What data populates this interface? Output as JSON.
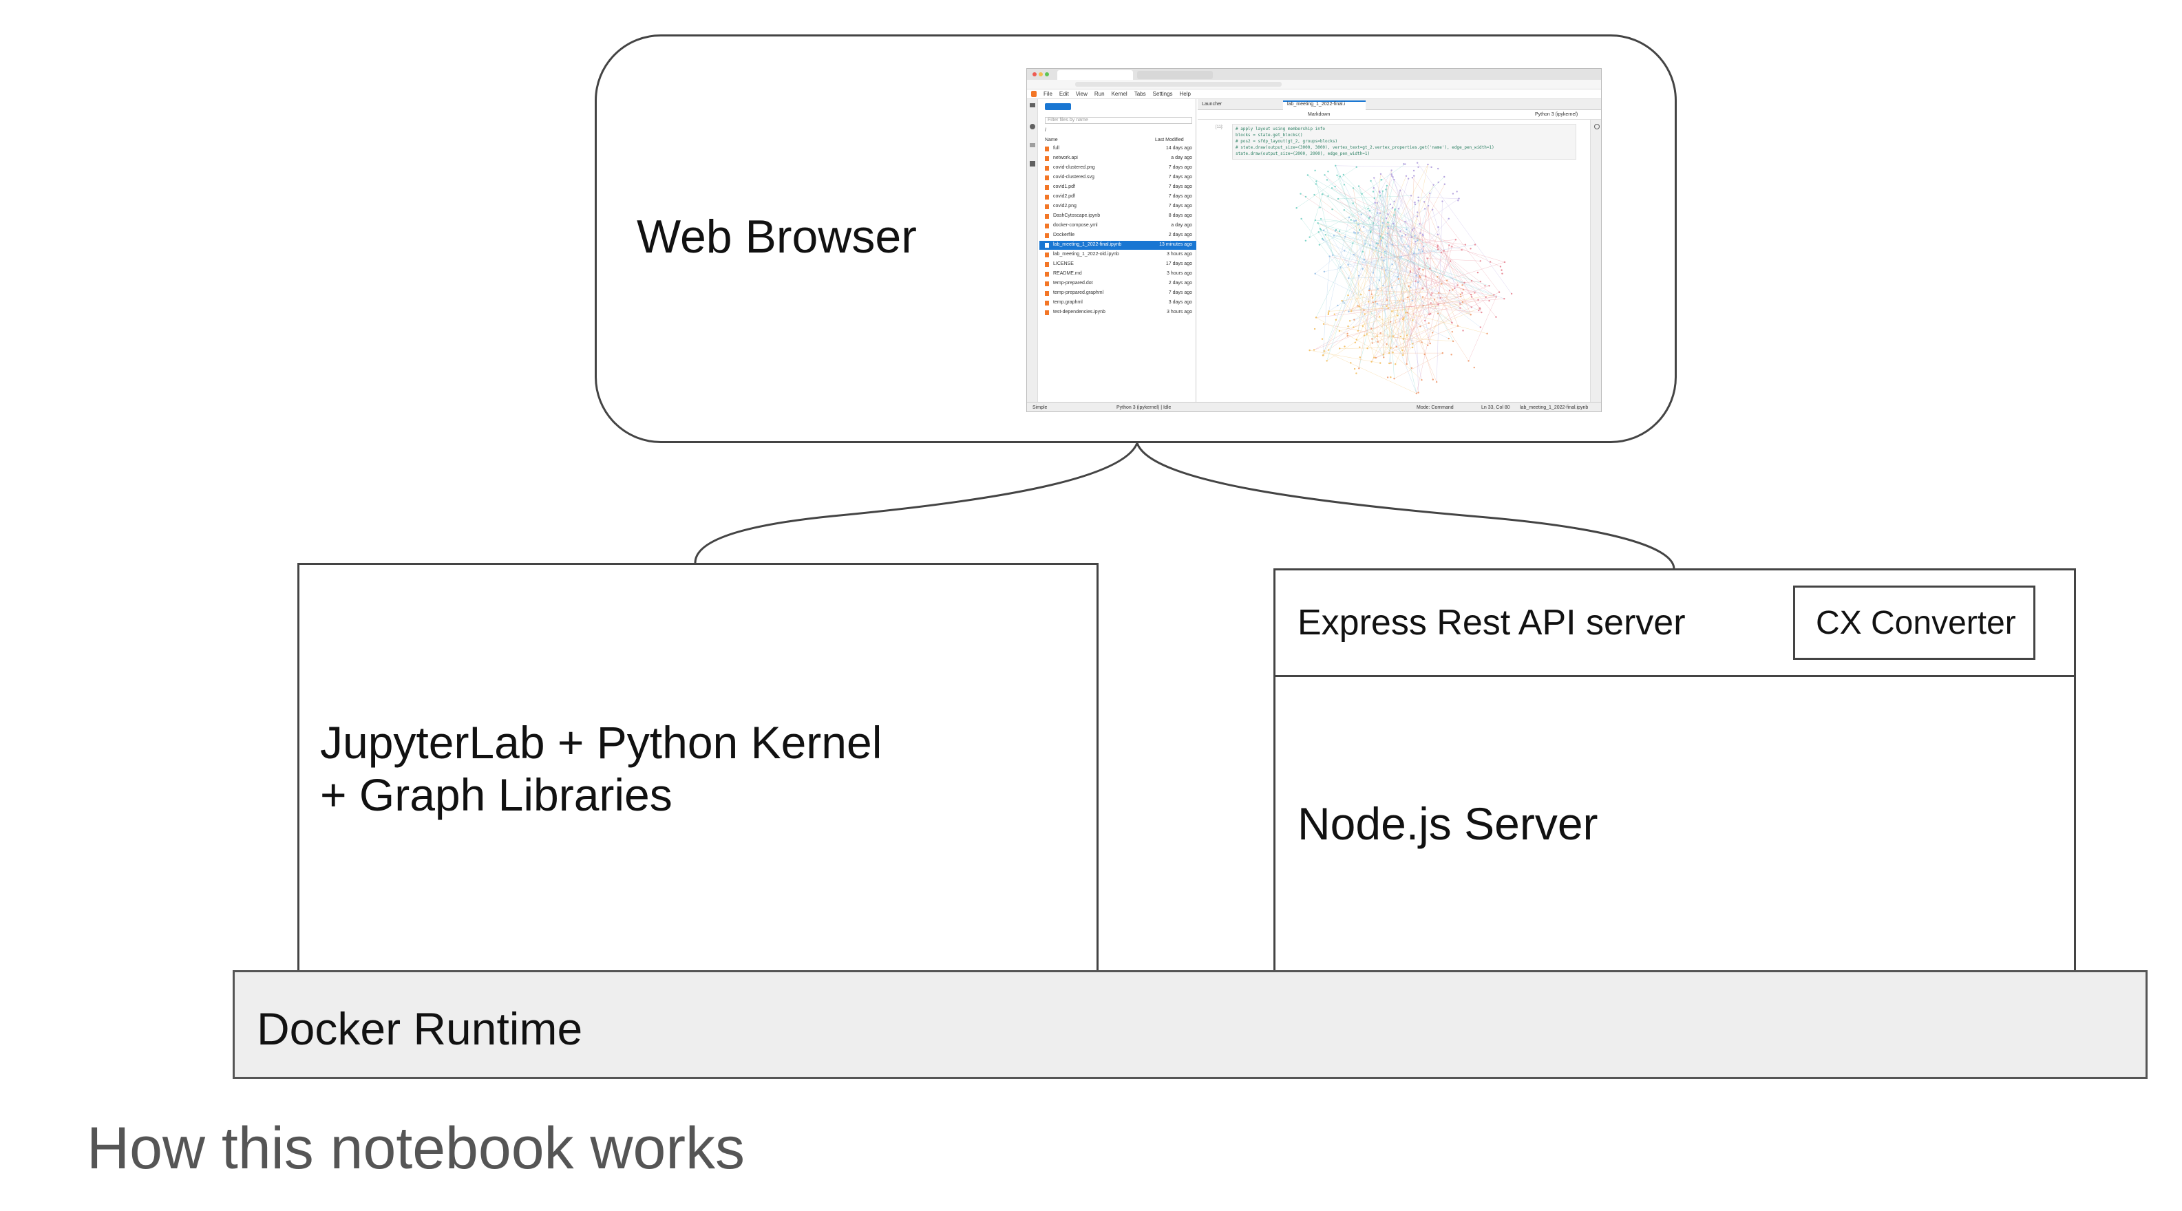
{
  "diagram": {
    "browser_label": "Web Browser",
    "jupyter_label": "JupyterLab + Python Kernel\n+ Graph Libraries",
    "express_label": "Express Rest API server",
    "cx_label": "CX Converter",
    "node_label": "Node.js Server",
    "docker_label": "Docker Runtime",
    "caption": "How this notebook works"
  },
  "screenshot": {
    "menu": [
      "File",
      "Edit",
      "View",
      "Run",
      "Kernel",
      "Tabs",
      "Settings",
      "Help"
    ],
    "filter_placeholder": "Filter files by name",
    "breadcrumb": "/",
    "col_name": "Name",
    "col_modified": "Last Modified",
    "files": [
      {
        "name": "full",
        "modified": "14 days ago"
      },
      {
        "name": "network.api",
        "modified": "a day ago"
      },
      {
        "name": "covid-clustered.png",
        "modified": "7 days ago"
      },
      {
        "name": "covid-clustered.svg",
        "modified": "7 days ago"
      },
      {
        "name": "covid1.pdf",
        "modified": "7 days ago"
      },
      {
        "name": "covid2.pdf",
        "modified": "7 days ago"
      },
      {
        "name": "covid2.png",
        "modified": "7 days ago"
      },
      {
        "name": "DashCytoscape.ipynb",
        "modified": "8 days ago"
      },
      {
        "name": "docker-compose.yml",
        "modified": "a day ago"
      },
      {
        "name": "Dockerfile",
        "modified": "2 days ago"
      },
      {
        "name": "lab_meeting_1_2022-final.ipynb",
        "modified": "13 minutes ago",
        "selected": true
      },
      {
        "name": "lab_meeting_1_2022-old.ipynb",
        "modified": "3 hours ago"
      },
      {
        "name": "LICENSE",
        "modified": "17 days ago"
      },
      {
        "name": "README.md",
        "modified": "3 hours ago"
      },
      {
        "name": "temp-prepared.dot",
        "modified": "2 days ago"
      },
      {
        "name": "temp-prepared.graphml",
        "modified": "7 days ago"
      },
      {
        "name": "temp.graphml",
        "modified": "3 days ago"
      },
      {
        "name": "test-dependencies.ipynb",
        "modified": "3 hours ago"
      }
    ],
    "tab_launcher": "Launcher",
    "tab_notebook": "lab_meeting_1_2022-final.i",
    "cell_type": "Markdown",
    "kernel": "Python 3 (ipykernel)",
    "cell_prompt": "[11]:",
    "code_lines": [
      "# apply layout using membership info",
      "blocks = state.get_blocks()",
      "# pos2 = sfdp_layout(gt_2, groups=blocks)",
      "# state.draw(output_size=(3000, 3000), vertex_text=gt_2.vertex_properties.get('name'), edge_pen_width=1)",
      "state.draw(output_size=(2000, 2000), edge_pen_width=1)"
    ],
    "status_left": "Simple",
    "status_kernel": "Python 3 (ipykernel) | Idle",
    "status_mode": "Mode: Command",
    "status_pos": "Ln 33, Col 80",
    "status_file": "lab_meeting_1_2022-final.ipynb"
  }
}
